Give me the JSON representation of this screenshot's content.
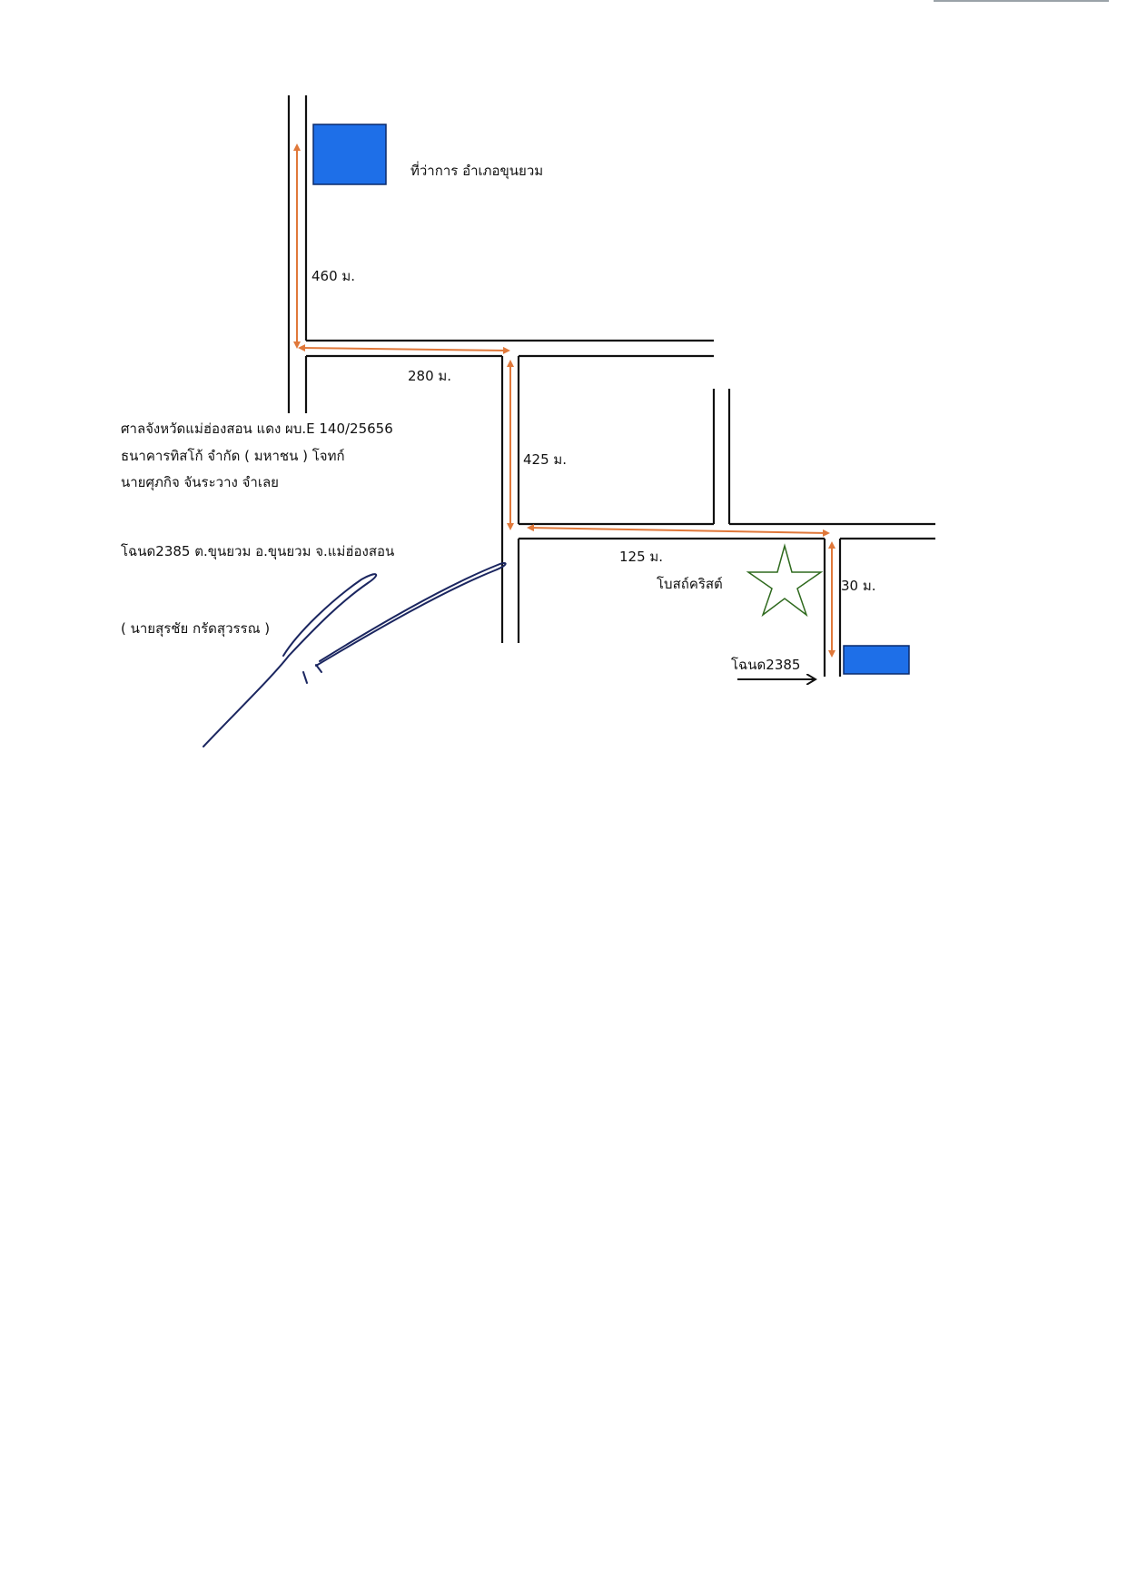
{
  "colors": {
    "road": "#111111",
    "distance_arrow": "#e0783a",
    "landmark_fill": "#1e6fe8",
    "landmark_stroke": "#0a2a6b",
    "star": "#2f6a1e",
    "signature": "#1b2660"
  },
  "landmarks": {
    "district_office": "ที่ว่าการ อำเภอขุนยวม",
    "church": "โบสถ์คริสต์",
    "target_land": "โฉนด2385"
  },
  "distances": {
    "d460": "460 ม.",
    "d280": "280 ม.",
    "d425": "425 ม.",
    "d125": "125 ม.",
    "d30": "30 ม."
  },
  "case_notes": {
    "line1": "ศาลจังหวัดแม่ฮ่องสอน แดง ผบ.E 140/25656",
    "line2": "ธนาคารทิสโก้ จำกัด ( มหาชน )   โจทก์",
    "line3": "นายศุภกิจ จันระวาง จำเลย",
    "deed": "โฉนด2385 ต.ขุนยวม อ.ขุนยวม จ.แม่ฮ่องสอน",
    "signer": "( นายสุรชัย กรัดสุวรรณ )"
  },
  "icons": {
    "landmark_marker": "blue-square-marker",
    "church_marker": "star-icon",
    "direction": "arrow-right-icon"
  }
}
